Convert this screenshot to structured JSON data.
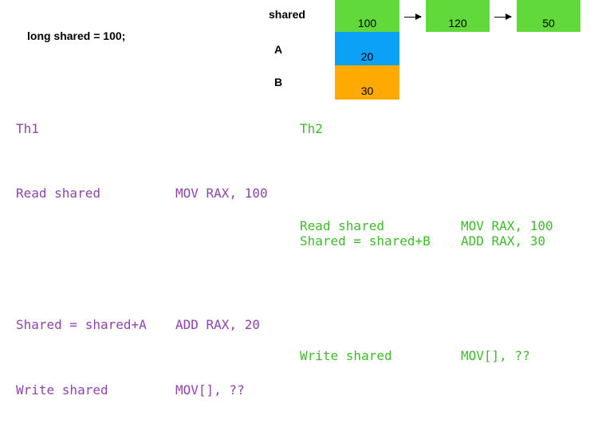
{
  "declaration": "long shared = 100;",
  "memory": {
    "shared_label": "shared",
    "a_label": "A",
    "b_label": "B",
    "shared_values": [
      "100",
      "120",
      "50"
    ],
    "a_value": "20",
    "b_value": "30",
    "colors": {
      "shared": "#62d93a",
      "a": "#0aa1f6",
      "b": "#ffaa00"
    }
  },
  "threads": {
    "th1": {
      "label": "Th1",
      "color": "#8e44ad"
    },
    "th2": {
      "label": "Th2",
      "color": "#3dbb2a"
    }
  },
  "steps": [
    {
      "thread": "th1",
      "op": "Read shared",
      "asm": "MOV RAX, 100"
    },
    {
      "thread": "th2",
      "op": "Read shared",
      "asm": "MOV RAX, 100"
    },
    {
      "thread": "th2",
      "op": "Shared = shared+B",
      "asm": "ADD RAX, 30"
    },
    {
      "thread": "th1",
      "op": "Shared = shared+A",
      "asm": "ADD RAX, 20"
    },
    {
      "thread": "th2",
      "op": "Write shared",
      "asm": "MOV[], ??"
    },
    {
      "thread": "th1",
      "op": "Write shared",
      "asm": "MOV[], ??"
    }
  ]
}
